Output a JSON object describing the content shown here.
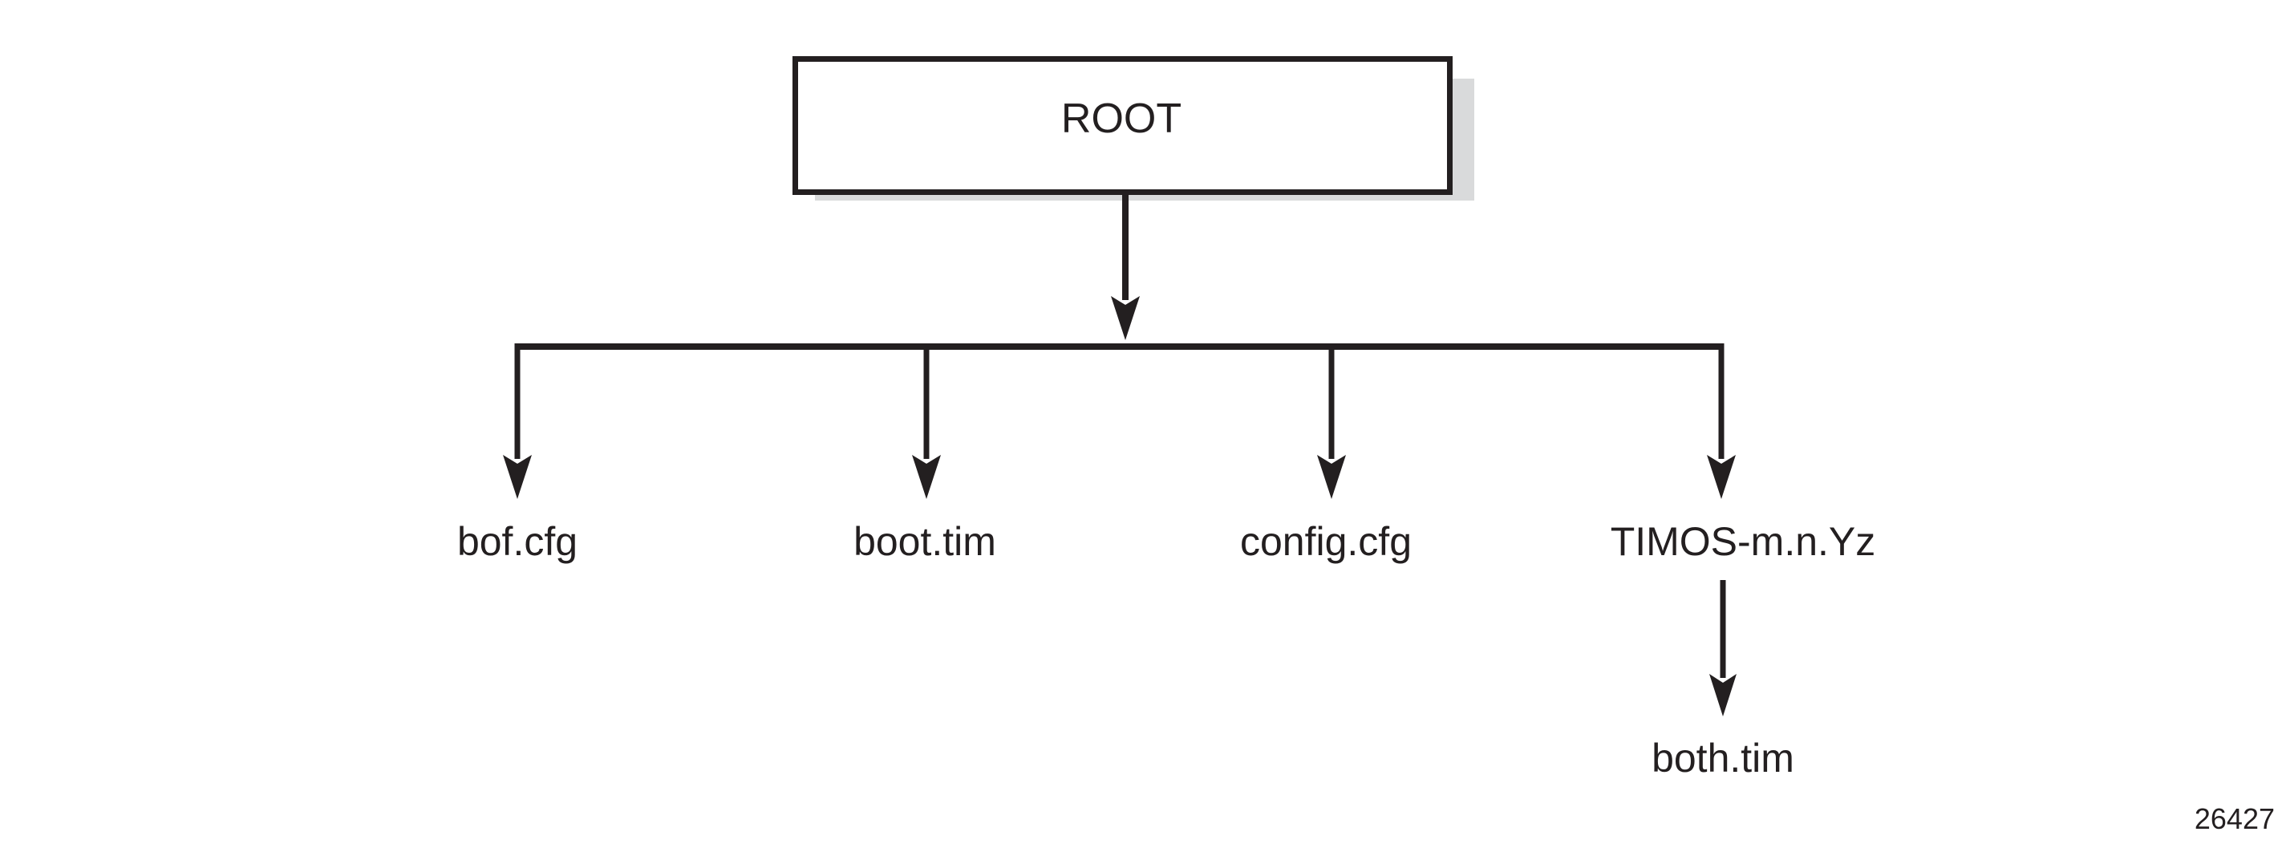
{
  "diagram": {
    "type": "tree-hierarchy",
    "background_color": "#ffffff",
    "stroke_color": "#231f20",
    "shadow_color": "#d9dadb",
    "root": {
      "label": "ROOT",
      "shape": "rectangle",
      "border_color": "#231f20",
      "fill_color": "#ffffff",
      "has_drop_shadow": true
    },
    "children": [
      {
        "label": "bof.cfg"
      },
      {
        "label": "boot.tim"
      },
      {
        "label": "config.cfg"
      },
      {
        "label": "TIMOS-m.n.Yz"
      }
    ],
    "grandchildren": [
      {
        "label": "both.tim",
        "parent": "TIMOS-m.n.Yz"
      }
    ],
    "figure_number": "26427"
  }
}
